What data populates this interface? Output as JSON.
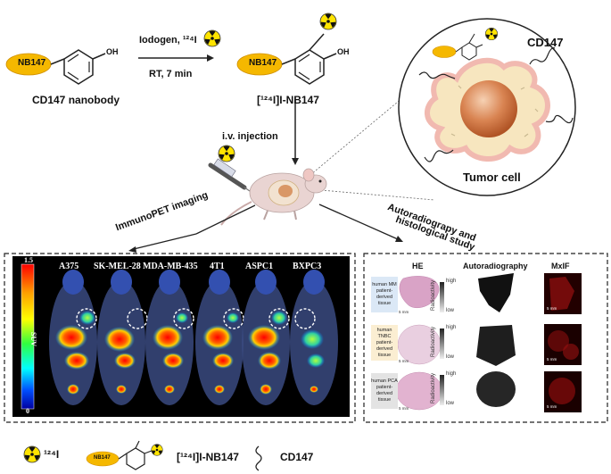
{
  "reaction": {
    "reactant_label": "CD147 nanobody",
    "product_label": "[¹²⁴I]I-NB147",
    "condition_1": "Iodogen, ¹²⁴I",
    "condition_2": "RT, 7 min",
    "nanobody_tag": "NB147",
    "oh": "OH"
  },
  "injection": {
    "label": "i.v. injection"
  },
  "cell": {
    "receptor_label": "CD147",
    "cell_label": "Tumor cell"
  },
  "branches": {
    "left": "ImmunoPET imaging",
    "right_line1": "Autoradiograpy and",
    "right_line2": "histological study"
  },
  "pet": {
    "scale_max": "1.5",
    "scale_min": "0",
    "scale_unit": "SUV",
    "mice": [
      "A375",
      "SK-MEL-28",
      "MDA-MB-435",
      "4T1",
      "ASPC1",
      "BXPC3"
    ]
  },
  "histology": {
    "columns": [
      "HE",
      "Autoradiography",
      "MxIF"
    ],
    "rows": [
      {
        "label": "human MM patient-derived tissue",
        "color": "#dbe8f6"
      },
      {
        "label": "human TNBC patient-derived tissue",
        "color": "#fbeed2"
      },
      {
        "label": "human PCA patient-derived tissue",
        "color": "#e3e3e3"
      }
    ],
    "radioactivity": "Radioactivity",
    "high": "high",
    "low": "low",
    "scalebar": "5 mm"
  },
  "legend": {
    "iodine": "¹²⁴I",
    "tracer": "[¹²⁴I]I-NB147",
    "cd147": "CD147"
  },
  "colors": {
    "nanobody_fill": "#f5b800",
    "cell_cytoplasm": "#f7e6bf",
    "cell_membrane": "#f1b9b0",
    "nucleus": "#c96a3a",
    "radiation_bg": "#ffe400"
  }
}
